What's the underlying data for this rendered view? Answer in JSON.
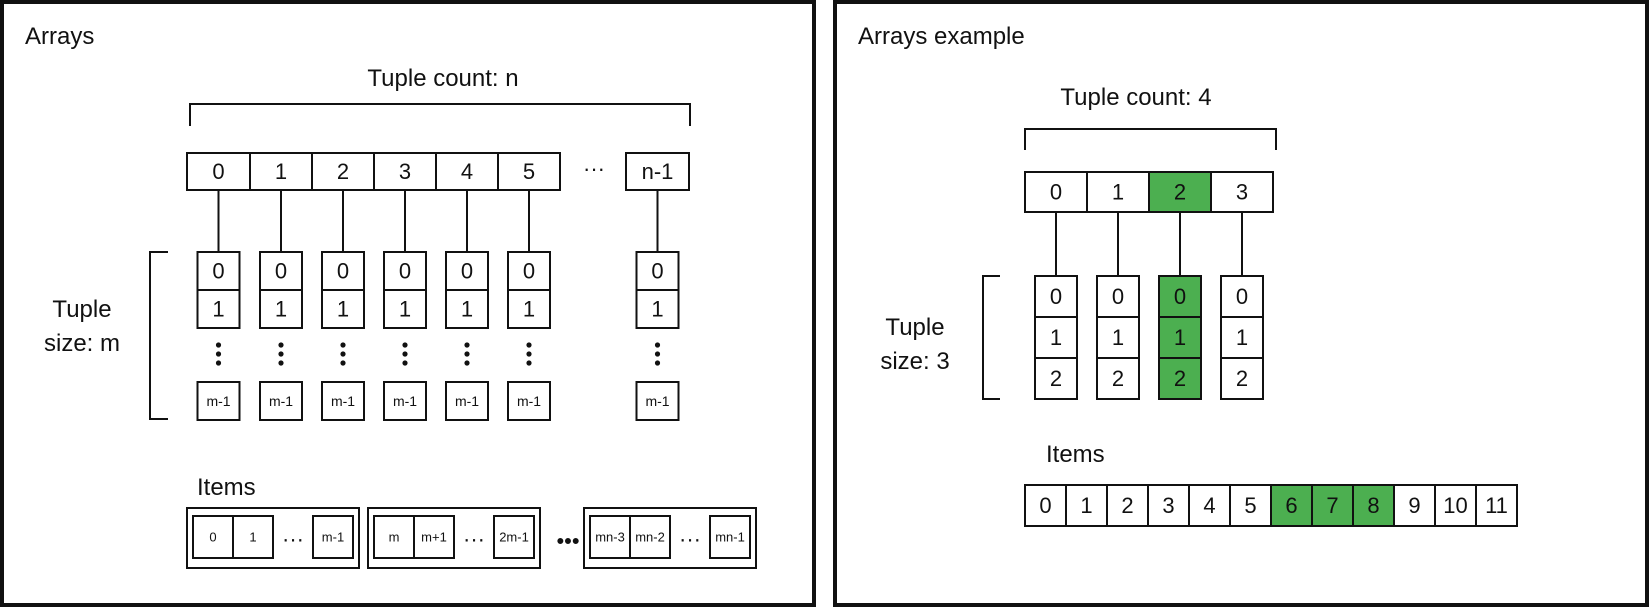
{
  "colors": {
    "highlight": "#4caf50",
    "stroke": "#111111",
    "background": "#ffffff"
  },
  "left": {
    "title": "Arrays",
    "tuple_count_label": "Tuple count: n",
    "tuple_indices": [
      "0",
      "1",
      "2",
      "3",
      "4",
      "5",
      "n-1"
    ],
    "ellipsis": "···",
    "tuple_size_label_line1": "Tuple",
    "tuple_size_label_line2": "size: m",
    "column_cells": [
      "0",
      "1"
    ],
    "column_last": "m-1",
    "items_label": "Items",
    "item_groups": [
      [
        "0",
        "1",
        "m-1"
      ],
      [
        "m",
        "m+1",
        "2m-1"
      ],
      [
        "mn-3",
        "mn-2",
        "mn-1"
      ]
    ],
    "group_ellipsis": "•••"
  },
  "right": {
    "title": "Arrays example",
    "tuple_count_label": "Tuple count: 4",
    "tuple_indices": [
      "0",
      "1",
      "2",
      "3"
    ],
    "highlight_tuple": 2,
    "tuple_size_label_line1": "Tuple",
    "tuple_size_label_line2": "size: 3",
    "column_cells": [
      "0",
      "1",
      "2"
    ],
    "items_label": "Items",
    "items": [
      "0",
      "1",
      "2",
      "3",
      "4",
      "5",
      "6",
      "7",
      "8",
      "9",
      "10",
      "11"
    ],
    "highlight_items": [
      6,
      7,
      8
    ]
  }
}
